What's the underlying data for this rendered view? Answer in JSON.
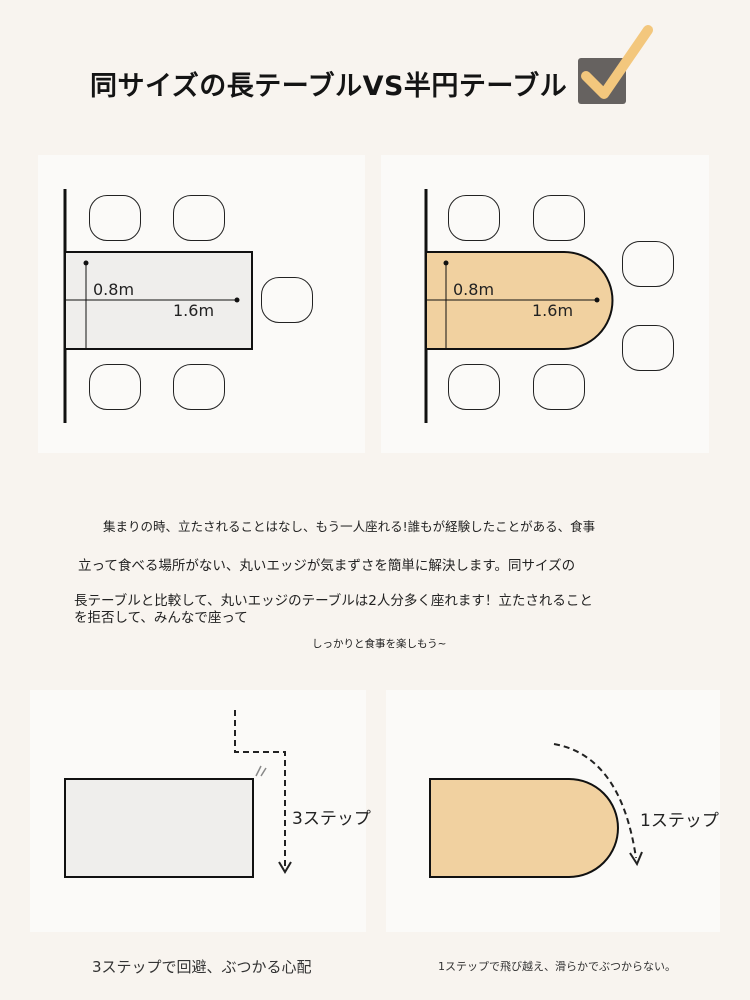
{
  "title": "同サイズの長テーブルVS半円テーブル",
  "icons": {
    "check": "checkmark-box-icon",
    "step_arrow": "dashed-arrow-icon",
    "curve_arrow": "curved-dashed-arrow-icon"
  },
  "colors": {
    "table_fill": "#efeeec",
    "semicircle_fill": "#f1d1a0",
    "check_gold": "#f3c77d",
    "check_box": "#666260"
  },
  "comparison": {
    "rect_width_label": "0.8m",
    "rect_length_label": "1.6m",
    "semi_width_label": "0.8m",
    "semi_length_label": "1.6m"
  },
  "body_text": {
    "line1": "集まりの時、立たされることはなし、もう一人座れる!誰もが経験したことがある、食事",
    "line2": "立って食べる場所がない、丸いエッジが気まずさを簡単に解決します。同サイズの",
    "line3": "長テーブルと比較して、丸いエッジのテーブルは2人分多く座れます！立たされること",
    "line4": "を拒否して、みんなで座って",
    "line5": "しっかりと食事を楽しもう~"
  },
  "steps": {
    "rect_steps": "3ステップ",
    "semi_steps": "1ステップ",
    "rect_caption": "3ステップで回避、ぶつかる心配",
    "semi_caption": "1ステップで飛び越え、滑らかでぶつからない。"
  }
}
